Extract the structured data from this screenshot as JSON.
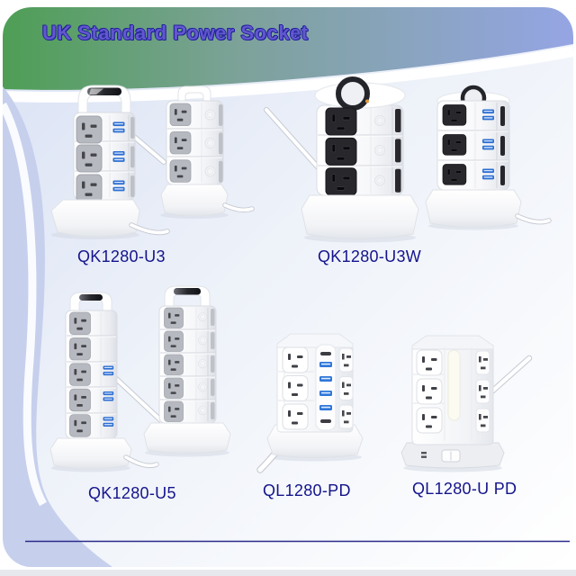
{
  "header": {
    "title": "UK Standard Power Socket"
  },
  "products": [
    {
      "label": "QK1280-U3"
    },
    {
      "label": "QK1280-U3W"
    },
    {
      "label": "QK1280-U5"
    },
    {
      "label": "QL1280-PD"
    },
    {
      "label": "QL1280-U PD"
    }
  ],
  "colors": {
    "banner_gradient_start": "#4e9e55",
    "banner_gradient_end": "#95a5e4",
    "title_fill": "#6257ce",
    "title_outline": "#22229b",
    "label_text": "#14148c",
    "usb_port_blue": "#2c6ed1",
    "socket_gray": "#b6b9c0",
    "socket_black": "#27272c",
    "left_band": "#c6d0ed",
    "divider_line": "#2b2b8a",
    "bottom_strip": "#e6e8ed"
  }
}
